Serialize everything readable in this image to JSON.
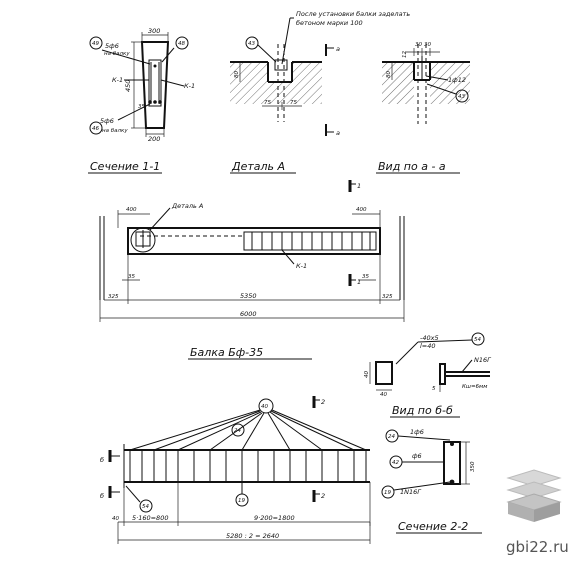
{
  "section11": {
    "title": "Сечение 1-1",
    "dim_top": "300",
    "dim_bottom": "200",
    "dim_height": "450",
    "dim_small": "35",
    "ref_top_left": "49",
    "ref_top_right": "48",
    "ref_bottom_left": "46",
    "bar_top": "5ф6",
    "bar_top_note": "на балку",
    "bar_bottom": "5ф6",
    "bar_bottom_note": "на балку",
    "frame_left": "К-1",
    "frame_right": "К-1"
  },
  "detailA": {
    "title": "Деталь А",
    "note_line1": "После установки балки заделать",
    "note_line2": "бетоном марки 100",
    "ref": "43",
    "dim_left": "75",
    "dim_right": "75",
    "dim_vertical": "80",
    "section_mark": "а"
  },
  "viewAA": {
    "title": "Вид по а - а",
    "dim1": "12",
    "dim2": "30",
    "dim3": "30",
    "dim_vertical": "80",
    "bar": "1ф12",
    "ref": "43"
  },
  "beam": {
    "title": "Балка Бф-35",
    "detail_label": "Деталь А",
    "frame_label": "К-1",
    "dim_top_left": "400",
    "dim_top_right": "400",
    "dim_left_35": "35",
    "dim_right_35": "35",
    "dim_left_325": "325",
    "dim_right_325": "325",
    "dim_inner": "5350",
    "dim_total": "6000",
    "section_mark": "1"
  },
  "viewBB": {
    "title": "Вид по б-б",
    "plate": "-40х5",
    "plate_len": "l=40",
    "ref": "54",
    "dim_height": "40",
    "dim_width": "40",
    "dim_small": "5",
    "bar": "N16Г",
    "weld": "Кш=6мм"
  },
  "frame": {
    "ref_top": "40",
    "ref_mid": "24",
    "ref_bottom": "19",
    "ref_end": "54",
    "section_mark_b": "б",
    "section_mark_2": "2",
    "dim_start": "40",
    "dim_left_spacing": "5·160=800",
    "dim_right_spacing": "9·200=1800",
    "dim_half": "5280 : 2 = 2640"
  },
  "section22": {
    "title": "Сечение 2-2",
    "ref_top": "24",
    "ref_mid": "42",
    "ref_bottom": "19",
    "bar_top": "1ф6",
    "bar_mid": "ф6",
    "bar_bottom": "1N16Г",
    "dim_height": "350"
  },
  "watermark": {
    "text": "gbi22.ru"
  }
}
